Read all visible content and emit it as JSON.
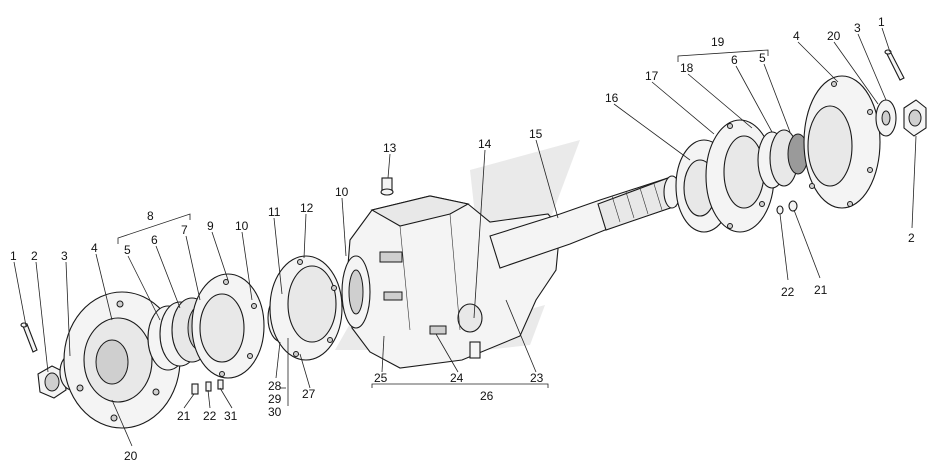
{
  "callouts": {
    "c1_left": "1",
    "c2_left": "2",
    "c3_left": "3",
    "c4_left": "4",
    "c5_left": "5",
    "c6_left": "6",
    "c7_left": "7",
    "c8_left": "8",
    "c9_left": "9",
    "c10_left": "10",
    "c10_mid": "10",
    "c11": "11",
    "c12": "12",
    "c13": "13",
    "c14": "14",
    "c15": "15",
    "c16": "16",
    "c17": "17",
    "c18": "18",
    "c19": "19",
    "c6_right": "6",
    "c5_right": "5",
    "c4_right": "4",
    "c20_right": "20",
    "c3_right": "3",
    "c1_right": "1",
    "c2_right": "2",
    "c22_right": "22",
    "c21_right": "21",
    "c20_left": "20",
    "c21_left": "21",
    "c22_left": "22",
    "c31": "31",
    "c28": "28",
    "c29": "29",
    "c30": "30",
    "c27": "27",
    "c25": "25",
    "c24": "24",
    "c23": "23",
    "c26": "26"
  },
  "colors": {
    "line": "#1a1a1a",
    "fill": "#f4f4f4",
    "watermark": "#d8d8d8"
  }
}
